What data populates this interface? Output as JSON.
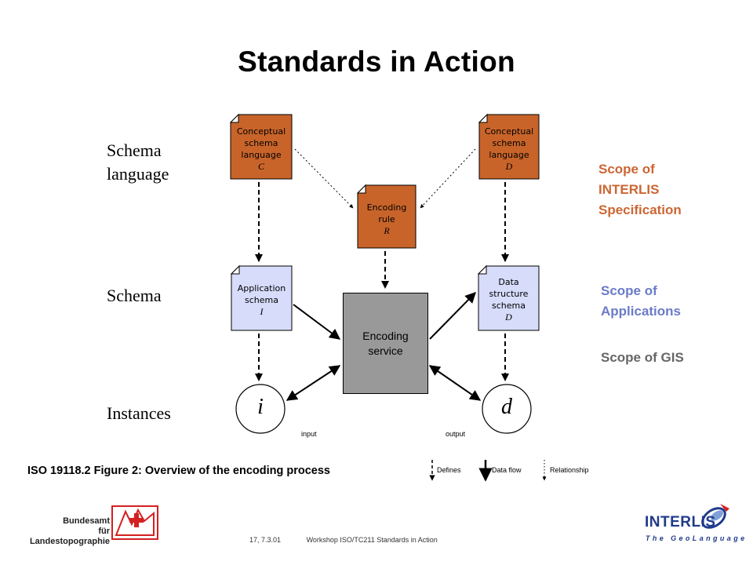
{
  "title": "Standards in Action",
  "rows": {
    "schema_language": [
      "Schema",
      "language"
    ],
    "schema": "Schema",
    "instances": "Instances"
  },
  "docs": {
    "conceptual_left": {
      "lines": [
        "Conceptual",
        "schema",
        "language"
      ],
      "symbol": "C"
    },
    "conceptual_right": {
      "lines": [
        "Conceptual",
        "schema",
        "language"
      ],
      "symbol": "D"
    },
    "encoding_rule": {
      "lines": [
        "Encoding",
        "rule"
      ],
      "symbol": "R"
    },
    "application_schema": {
      "lines": [
        "Application",
        "schema"
      ],
      "symbol": "I"
    },
    "data_structure_schema": {
      "lines": [
        "Data",
        "structure",
        "schema"
      ],
      "symbol": "D"
    }
  },
  "encoding_service": [
    "Encoding",
    "service"
  ],
  "instances": {
    "left": "i",
    "right": "d"
  },
  "io": {
    "input": "input",
    "output": "output"
  },
  "scopes": {
    "interlis": [
      "Scope of",
      "INTERLIS",
      "Specification"
    ],
    "applications": [
      "Scope of",
      "Applications"
    ],
    "gis": "Scope of GIS"
  },
  "legend": {
    "defines": "Defines",
    "data_flow": "Data flow",
    "relationship": "Relationship"
  },
  "caption": "ISO 19118.2 Figure 2: Overview of the encoding process",
  "footer": {
    "page": "17, 7.3.01",
    "event": "Workshop ISO/TC211 Standards in Action"
  },
  "logos": {
    "left_org": [
      "Bundesamt",
      "für Landestopographie"
    ],
    "right_name": "INTERLIS",
    "right_tagline": "The GeoLanguage"
  },
  "colors": {
    "orange": "#C8642A",
    "lavender": "#D6DCFA",
    "gray": "#999999",
    "scope_orange": "#CC6633",
    "scope_gray": "#666666",
    "logo_red": "#D42020",
    "logo_blue": "#1F3A8A"
  }
}
